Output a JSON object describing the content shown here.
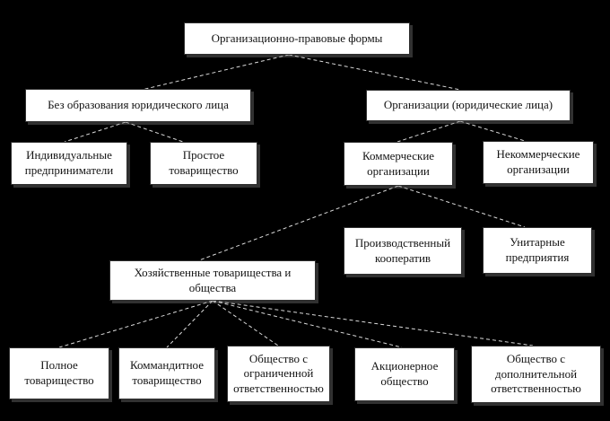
{
  "diagram": {
    "title": "Организационно-правовые формы",
    "type": "hierarchy-tree",
    "colors": {
      "background": "#000000",
      "box_fill": "#ffffff",
      "box_border": "#2e2e2e",
      "connector_line": "#d9d9d9",
      "text": "#141414"
    },
    "nodes": {
      "root": {
        "label": "Организационно-правовые формы"
      },
      "no_entity": {
        "label": "Без образования юридического лица"
      },
      "org": {
        "label": "Организации (юридические лица)"
      },
      "ind": {
        "label": "Индивидуальные предприниматели"
      },
      "prost": {
        "label": "Простое товарищество"
      },
      "komm": {
        "label": "Коммерческие организации"
      },
      "nekomm": {
        "label": "Некоммерческие организации"
      },
      "proizv": {
        "label": "Производственный кооператив"
      },
      "unit": {
        "label": "Унитарные предприятия"
      },
      "khoz": {
        "label": "Хозяйственные товарищества и общества"
      },
      "polnoe": {
        "label": "Полное товарищество"
      },
      "kommandit": {
        "label": "Коммандитное товарищество"
      },
      "ooo": {
        "label": "Общество с ограниченной ответственностью"
      },
      "ao": {
        "label": "Акционерное общество"
      },
      "odo": {
        "label": "Общество с дополнительной ответственностью"
      }
    },
    "edges": [
      {
        "from": "root",
        "to": "no_entity"
      },
      {
        "from": "root",
        "to": "org"
      },
      {
        "from": "no_entity",
        "to": "ind"
      },
      {
        "from": "no_entity",
        "to": "prost"
      },
      {
        "from": "org",
        "to": "komm"
      },
      {
        "from": "org",
        "to": "nekomm"
      },
      {
        "from": "komm",
        "to": "khoz"
      },
      {
        "from": "komm",
        "to": "unit"
      },
      {
        "from": "khoz",
        "to": "polnoe"
      },
      {
        "from": "khoz",
        "to": "kommandit"
      },
      {
        "from": "khoz",
        "to": "ooo"
      },
      {
        "from": "khoz",
        "to": "ao"
      },
      {
        "from": "khoz",
        "to": "odo"
      }
    ]
  }
}
